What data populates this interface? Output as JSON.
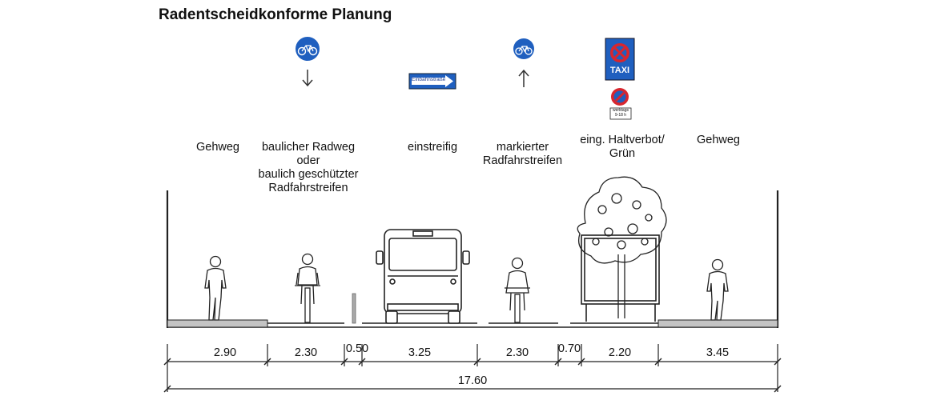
{
  "title": "Radentscheidkonforme Planung",
  "labels": {
    "gehweg_left": "Gehweg",
    "radweg": [
      "baulicher Radweg",
      "oder",
      "baulich geschützter",
      "Radfahrstreifen"
    ],
    "einstreifig": "einstreifig",
    "markiert": [
      "markierter",
      "Radfahrstreifen"
    ],
    "haltverbot": [
      "eing. Haltverbot/",
      "Grün"
    ],
    "gehweg_right": "Gehweg"
  },
  "signs": {
    "einbahnstrasse": "Einbahnstraße",
    "taxi": "TAXI",
    "zusatz": [
      "werktags",
      "9-18 h"
    ]
  },
  "dimensions": {
    "segments": [
      "2.90",
      "2.30",
      "0.50",
      "3.25",
      "2.30",
      "0.70",
      "2.20",
      "3.45"
    ],
    "total": "17.60"
  },
  "colors": {
    "sign_blue": "#1f5fbf",
    "sign_red": "#d8262e",
    "line": "#222222",
    "ground": "#b9b9b9"
  }
}
